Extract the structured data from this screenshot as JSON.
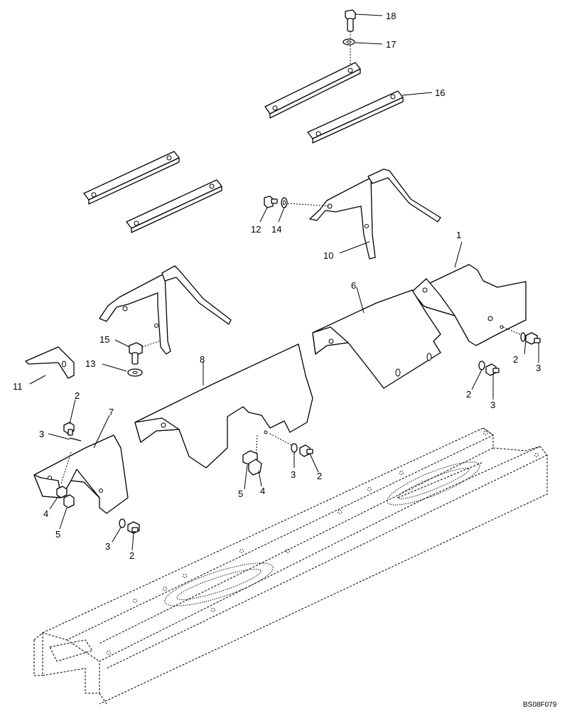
{
  "diagram": {
    "drawing_code": "BS08F079",
    "callouts": [
      {
        "id": "c18",
        "text": "18"
      },
      {
        "id": "c17",
        "text": "17"
      },
      {
        "id": "c16",
        "text": "16"
      },
      {
        "id": "c12",
        "text": "12"
      },
      {
        "id": "c14",
        "text": "14"
      },
      {
        "id": "c10",
        "text": "10"
      },
      {
        "id": "c1",
        "text": "1"
      },
      {
        "id": "c6",
        "text": "6"
      },
      {
        "id": "c15",
        "text": "15"
      },
      {
        "id": "c13",
        "text": "13"
      },
      {
        "id": "c11",
        "text": "11"
      },
      {
        "id": "c8",
        "text": "8"
      },
      {
        "id": "c7",
        "text": "7"
      },
      {
        "id": "c2a",
        "text": "2"
      },
      {
        "id": "c3a",
        "text": "3"
      },
      {
        "id": "c2b",
        "text": "2"
      },
      {
        "id": "c3b",
        "text": "3"
      },
      {
        "id": "c2c",
        "text": "2"
      },
      {
        "id": "c3c",
        "text": "3"
      },
      {
        "id": "c3d",
        "text": "3"
      },
      {
        "id": "c2d",
        "text": "2"
      },
      {
        "id": "c5a",
        "text": "5"
      },
      {
        "id": "c4a",
        "text": "4"
      },
      {
        "id": "c4b",
        "text": "4"
      },
      {
        "id": "c5b",
        "text": "5"
      },
      {
        "id": "c3e",
        "text": "3"
      },
      {
        "id": "c2e",
        "text": "2"
      }
    ]
  }
}
